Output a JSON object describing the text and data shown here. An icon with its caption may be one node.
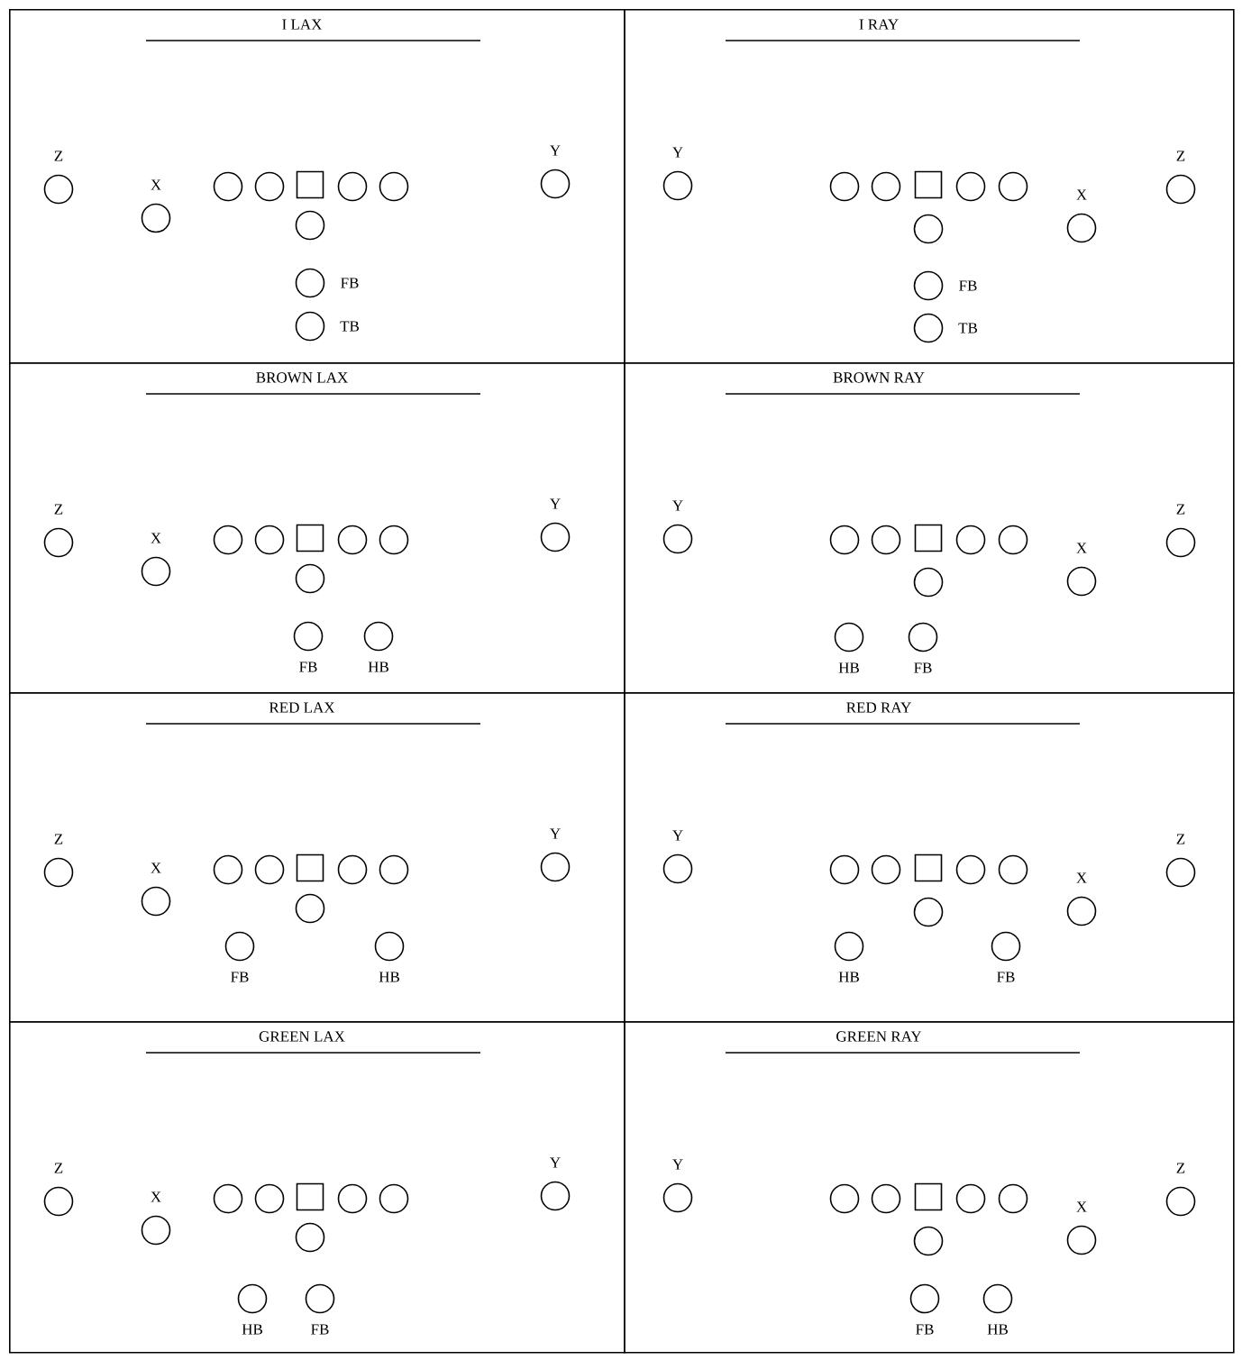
{
  "diagram": {
    "nodes": [
      {
        "text": [
          "I LAX"
        ]
      },
      {
        "text": [],
        "shape": "circle",
        "in": 0,
        "beside": [
          "Z"
        ]
      },
      {
        "text": [],
        "shape": "circle",
        "in": 0,
        "beside": [
          "X"
        ]
      },
      {
        "text": [],
        "shape": "circle",
        "in": 0
      },
      {
        "text": [],
        "shape": "circle",
        "in": 0
      },
      {
        "text": [],
        "shape": "box",
        "in": 0
      },
      {
        "text": [],
        "shape": "circle",
        "in": 0
      },
      {
        "text": [],
        "shape": "circle",
        "in": 0
      },
      {
        "text": [],
        "shape": "circle",
        "in": 0,
        "beside": [
          "Y"
        ]
      },
      {
        "text": [],
        "shape": "circle",
        "in": 0
      },
      {
        "text": [],
        "shape": "circle",
        "in": 0,
        "beside": [
          "FB"
        ]
      },
      {
        "text": [],
        "shape": "circle",
        "in": 0,
        "beside": [
          "TB"
        ]
      },
      {
        "text": [
          "I RAY"
        ]
      },
      {
        "text": [],
        "shape": "circle",
        "in": 12,
        "beside": [
          "Y"
        ]
      },
      {
        "text": [],
        "shape": "circle",
        "in": 12
      },
      {
        "text": [],
        "shape": "circle",
        "in": 12
      },
      {
        "text": [],
        "shape": "box",
        "in": 12
      },
      {
        "text": [],
        "shape": "circle",
        "in": 12
      },
      {
        "text": [],
        "shape": "circle",
        "in": 12
      },
      {
        "text": [],
        "shape": "circle",
        "in": 12,
        "beside": [
          "X"
        ]
      },
      {
        "text": [],
        "shape": "circle",
        "in": 12,
        "beside": [
          "Z"
        ]
      },
      {
        "text": [],
        "shape": "circle",
        "in": 12
      },
      {
        "text": [],
        "shape": "circle",
        "in": 12,
        "beside": [
          "FB"
        ]
      },
      {
        "text": [],
        "shape": "circle",
        "in": 12,
        "beside": [
          "TB"
        ]
      },
      {
        "text": [
          "BROWN LAX"
        ]
      },
      {
        "text": [],
        "shape": "circle",
        "in": 24,
        "beside": [
          "Z"
        ]
      },
      {
        "text": [],
        "shape": "circle",
        "in": 24,
        "beside": [
          "X"
        ]
      },
      {
        "text": [],
        "shape": "circle",
        "in": 24
      },
      {
        "text": [],
        "shape": "circle",
        "in": 24
      },
      {
        "text": [],
        "shape": "box",
        "in": 24
      },
      {
        "text": [],
        "shape": "circle",
        "in": 24
      },
      {
        "text": [],
        "shape": "circle",
        "in": 24
      },
      {
        "text": [],
        "shape": "circle",
        "in": 24,
        "beside": [
          "Y"
        ]
      },
      {
        "text": [],
        "shape": "circle",
        "in": 24
      },
      {
        "text": [],
        "shape": "circle",
        "in": 24,
        "beside": [
          "FB"
        ]
      },
      {
        "text": [],
        "shape": "circle",
        "in": 24,
        "beside": [
          "HB"
        ]
      },
      {
        "text": [
          "BROWN RAY"
        ]
      },
      {
        "text": [],
        "shape": "circle",
        "in": 36,
        "beside": [
          "Y"
        ]
      },
      {
        "text": [],
        "shape": "circle",
        "in": 36
      },
      {
        "text": [],
        "shape": "circle",
        "in": 36
      },
      {
        "text": [],
        "shape": "box",
        "in": 36
      },
      {
        "text": [],
        "shape": "circle",
        "in": 36
      },
      {
        "text": [],
        "shape": "circle",
        "in": 36
      },
      {
        "text": [],
        "shape": "circle",
        "in": 36,
        "beside": [
          "X"
        ]
      },
      {
        "text": [],
        "shape": "circle",
        "in": 36,
        "beside": [
          "Z"
        ]
      },
      {
        "text": [],
        "shape": "circle",
        "in": 36
      },
      {
        "text": [],
        "shape": "circle",
        "in": 36,
        "beside": [
          "HB"
        ]
      },
      {
        "text": [],
        "shape": "circle",
        "in": 36,
        "beside": [
          "FB"
        ]
      },
      {
        "text": [
          "RED LAX"
        ]
      },
      {
        "text": [],
        "shape": "circle",
        "in": 48,
        "beside": [
          "Z"
        ]
      },
      {
        "text": [],
        "shape": "circle",
        "in": 48,
        "beside": [
          "X"
        ]
      },
      {
        "text": [],
        "shape": "circle",
        "in": 48
      },
      {
        "text": [],
        "shape": "circle",
        "in": 48
      },
      {
        "text": [],
        "shape": "box",
        "in": 48
      },
      {
        "text": [],
        "shape": "circle",
        "in": 48
      },
      {
        "text": [],
        "shape": "circle",
        "in": 48
      },
      {
        "text": [],
        "shape": "circle",
        "in": 48,
        "beside": [
          "Y"
        ]
      },
      {
        "text": [],
        "shape": "circle",
        "in": 48
      },
      {
        "text": [],
        "shape": "circle",
        "in": 48,
        "beside": [
          "FB"
        ]
      },
      {
        "text": [],
        "shape": "circle",
        "in": 48,
        "beside": [
          "HB"
        ]
      },
      {
        "text": [
          "RED RAY"
        ]
      },
      {
        "text": [],
        "shape": "circle",
        "in": 60,
        "beside": [
          "Y"
        ]
      },
      {
        "text": [],
        "shape": "circle",
        "in": 60
      },
      {
        "text": [],
        "shape": "circle",
        "in": 60
      },
      {
        "text": [],
        "shape": "box",
        "in": 60
      },
      {
        "text": [],
        "shape": "circle",
        "in": 60
      },
      {
        "text": [],
        "shape": "circle",
        "in": 60
      },
      {
        "text": [],
        "shape": "circle",
        "in": 60,
        "beside": [
          "X"
        ]
      },
      {
        "text": [],
        "shape": "circle",
        "in": 60,
        "beside": [
          "Z"
        ]
      },
      {
        "text": [],
        "shape": "circle",
        "in": 60
      },
      {
        "text": [],
        "shape": "circle",
        "in": 60,
        "beside": [
          "HB"
        ]
      },
      {
        "text": [],
        "shape": "circle",
        "in": 60,
        "beside": [
          "FB"
        ]
      },
      {
        "text": [
          "GREEN LAX"
        ]
      },
      {
        "text": [],
        "shape": "circle",
        "in": 72,
        "beside": [
          "Z"
        ]
      },
      {
        "text": [],
        "shape": "circle",
        "in": 72,
        "beside": [
          "X"
        ]
      },
      {
        "text": [],
        "shape": "circle",
        "in": 72
      },
      {
        "text": [],
        "shape": "circle",
        "in": 72
      },
      {
        "text": [],
        "shape": "box",
        "in": 72
      },
      {
        "text": [],
        "shape": "circle",
        "in": 72
      },
      {
        "text": [],
        "shape": "circle",
        "in": 72
      },
      {
        "text": [],
        "shape": "circle",
        "in": 72,
        "beside": [
          "Y"
        ]
      },
      {
        "text": [],
        "shape": "circle",
        "in": 72
      },
      {
        "text": [],
        "shape": "circle",
        "in": 72,
        "beside": [
          "HB"
        ]
      },
      {
        "text": [],
        "shape": "circle",
        "in": 72,
        "beside": [
          "FB"
        ]
      },
      {
        "text": [
          "GREEN RAY"
        ]
      },
      {
        "text": [],
        "shape": "circle",
        "in": 84,
        "beside": [
          "Y"
        ]
      },
      {
        "text": [],
        "shape": "circle",
        "in": 84
      },
      {
        "text": [],
        "shape": "circle",
        "in": 84
      },
      {
        "text": [],
        "shape": "box",
        "in": 84
      },
      {
        "text": [],
        "shape": "circle",
        "in": 84
      },
      {
        "text": [],
        "shape": "circle",
        "in": 84
      },
      {
        "text": [],
        "shape": "circle",
        "in": 84,
        "beside": [
          "X"
        ]
      },
      {
        "text": [],
        "shape": "circle",
        "in": 84,
        "beside": [
          "Z"
        ]
      },
      {
        "text": [],
        "shape": "circle",
        "in": 84
      },
      {
        "text": [],
        "shape": "circle",
        "in": 84,
        "beside": [
          "FB"
        ]
      },
      {
        "text": [],
        "shape": "circle",
        "in": 84,
        "beside": [
          "HB"
        ]
      }
    ]
  }
}
